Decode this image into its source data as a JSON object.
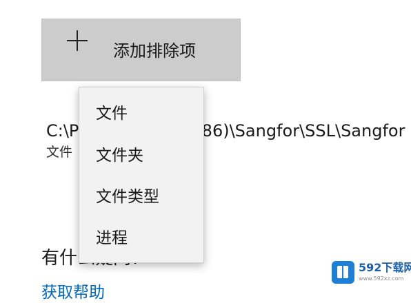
{
  "add_exclusion": {
    "icon": "plus-icon",
    "label": "添加排除项"
  },
  "exclusion_item": {
    "path": "C:\\Program Files (x86)\\Sangfor\\SSL\\Sangfor",
    "type": "文件"
  },
  "help": {
    "heading": "有什么疑问?",
    "link": "获取帮助"
  },
  "dropdown_menu": {
    "items": [
      {
        "label": "文件"
      },
      {
        "label": "文件夹"
      },
      {
        "label": "文件类型"
      },
      {
        "label": "进程"
      }
    ]
  },
  "watermark": {
    "brand": "592下载网",
    "url": "www.592xz.com",
    "color": "#1d7fd6"
  }
}
